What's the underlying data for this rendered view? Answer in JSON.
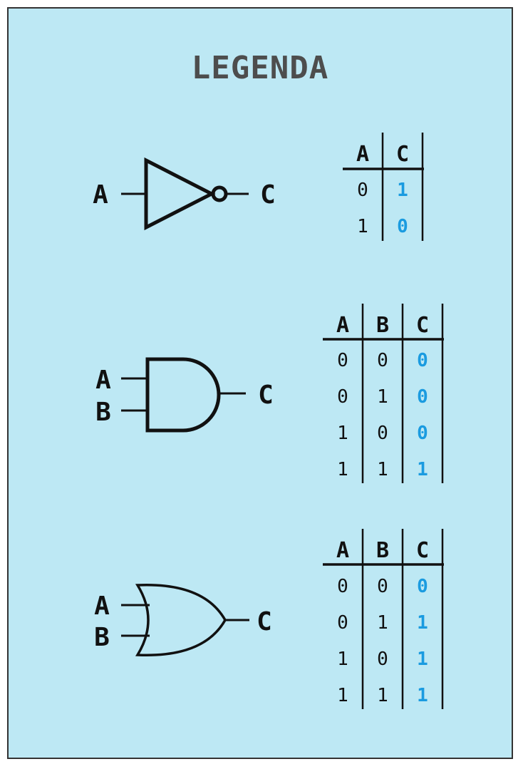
{
  "title": "LEGENDA",
  "colors": {
    "background": "#bde8f4",
    "border": "#333333",
    "title": "#4d4d4d",
    "ink": "#111111",
    "output": "#1a9be0"
  },
  "gates": [
    {
      "type": "NOT",
      "inputs": [
        "A"
      ],
      "output": "C",
      "table": {
        "headers": [
          "A",
          "C"
        ],
        "rows": [
          [
            "0",
            "1"
          ],
          [
            "1",
            "0"
          ]
        ]
      }
    },
    {
      "type": "AND",
      "inputs": [
        "A",
        "B"
      ],
      "output": "C",
      "table": {
        "headers": [
          "A",
          "B",
          "C"
        ],
        "rows": [
          [
            "0",
            "0",
            "0"
          ],
          [
            "0",
            "1",
            "0"
          ],
          [
            "1",
            "0",
            "0"
          ],
          [
            "1",
            "1",
            "1"
          ]
        ]
      }
    },
    {
      "type": "OR",
      "inputs": [
        "A",
        "B"
      ],
      "output": "C",
      "table": {
        "headers": [
          "A",
          "B",
          "C"
        ],
        "rows": [
          [
            "0",
            "0",
            "0"
          ],
          [
            "0",
            "1",
            "1"
          ],
          [
            "1",
            "0",
            "1"
          ],
          [
            "1",
            "1",
            "1"
          ]
        ]
      }
    }
  ]
}
